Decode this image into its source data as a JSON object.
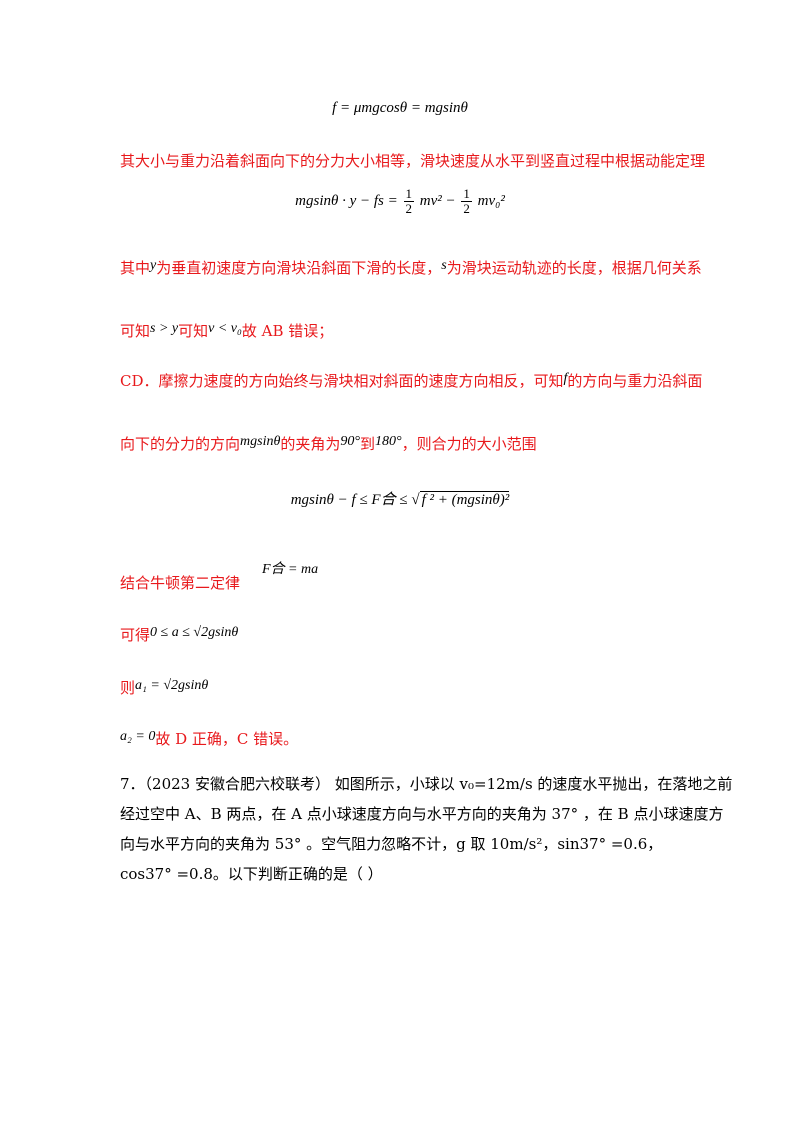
{
  "eq1": "f = μmgcosθ = mgsinθ",
  "p1": "其大小与重力沿着斜面向下的分力大小相等，滑块速度从水平到竖直过程中根据动能定理",
  "eq2_left": "mgsinθ · y − fs =",
  "eq2_mid": "mv² −",
  "eq2_right": "mv₀²",
  "frac_num": "1",
  "frac_den": "2",
  "p2_a": "其中",
  "p2_y": "y",
  "p2_b": "为垂直初速度方向滑块沿斜面下滑的长度，",
  "p2_s": "s",
  "p2_c": "为滑块运动轨迹的长度，根据几何关系",
  "p3_a": "可知",
  "p3_m1": "s > y",
  "p3_b": "可知",
  "p3_m2": "v < v₀",
  "p3_c": "故 AB 错误；",
  "p4_a": "CD．摩擦力速度的方向始终与滑块相对斜面的速度方向相反，可知",
  "p4_f": "f",
  "p4_b": "的方向与重力沿斜面",
  "p5_a": "向下的分力的方向",
  "p5_m1": "mgsinθ",
  "p5_b": "的夹角为",
  "p5_m2": "90°",
  "p5_c": "到",
  "p5_m3": "180°",
  "p5_d": "，则合力的大小范围",
  "eq3_left": "mgsinθ − f ≤ F合 ≤",
  "eq3_sqrt": "f ² + (mgsinθ)²",
  "eq4": "F合 = ma",
  "p6": "结合牛顿第二定律",
  "p7_a": "可得",
  "p7_m": "0 ≤ a ≤ √2gsinθ",
  "p8_a": "则",
  "p8_m": "a₁ = √2gsinθ",
  "p9_m": "a₂ = 0",
  "p9_a": "故 D 正确，C 错误。",
  "q7_l1": "7．（2023 安徽合肥六校联考）  如图所示，小球以 v₀=12m/s 的速度水平抛出，在落地之前",
  "q7_l2": "经过空中 A、B 两点，在 A 点小球速度方向与水平方向的夹角为 37° ，在 B 点小球速度方",
  "q7_l3": "向与水平方向的夹角为 53° 。空气阻力忽略不计，g 取 10m/s²，sin37° =0.6，",
  "q7_l4": "cos37° =0.8。以下判断正确的是（      ）"
}
